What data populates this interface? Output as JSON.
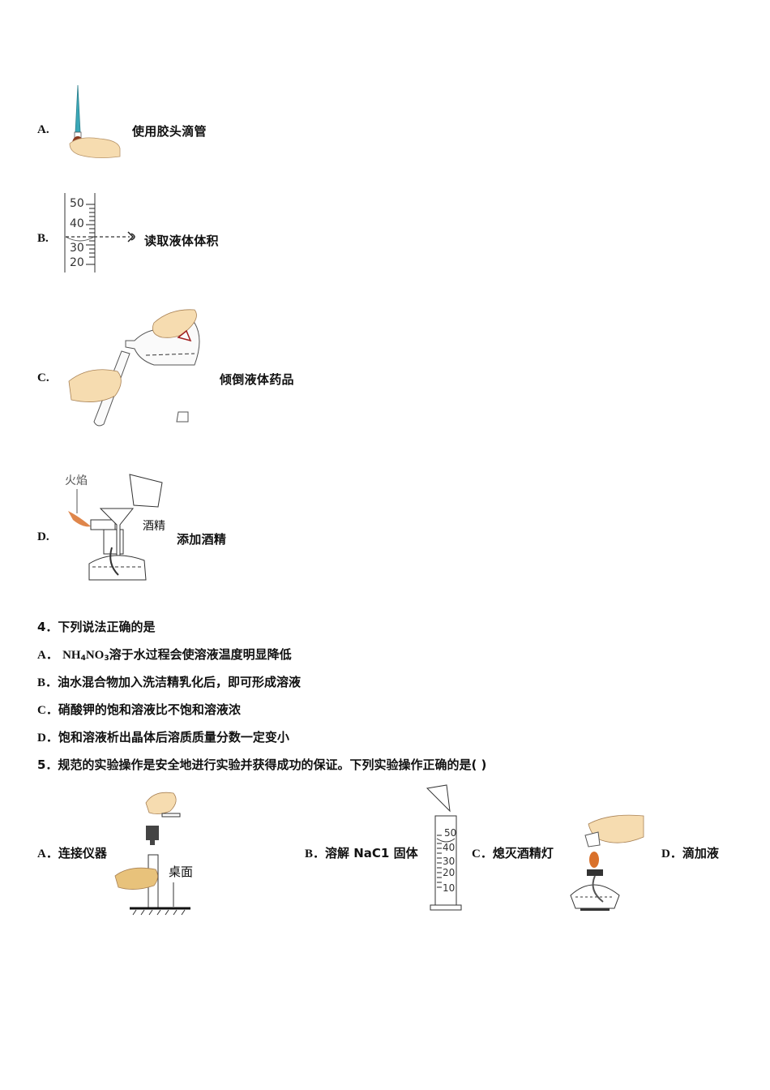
{
  "q3_options": [
    {
      "letter": "A.",
      "caption": "使用胶头滴管"
    },
    {
      "letter": "B.",
      "caption": "读取液体体积",
      "scale_ticks": [
        "50",
        "40",
        "30",
        "20"
      ]
    },
    {
      "letter": "C.",
      "caption": "倾倒液体药品"
    },
    {
      "letter": "D.",
      "caption": "添加酒精",
      "figure_labels": {
        "flame": "火焰",
        "alcohol": "酒精"
      }
    }
  ],
  "q4": {
    "stem": "4．下列说法正确的是",
    "options": [
      {
        "letter": "A．",
        "formula_parts": [
          "NH",
          "4",
          "NO",
          "3"
        ],
        "text": "溶于水过程会使溶液温度明显降低"
      },
      {
        "letter": "B．",
        "text": "油水混合物加入洗洁精乳化后，即可形成溶液"
      },
      {
        "letter": "C．",
        "text": "硝酸钾的饱和溶液比不饱和溶液浓"
      },
      {
        "letter": "D．",
        "text": "饱和溶液析出晶体后溶质质量分数一定变小"
      }
    ]
  },
  "q5": {
    "stem": "5．规范的实验操作是安全地进行实验并获得成功的保证。下列实验操作正确的是(    )",
    "options": [
      {
        "letter": "A．",
        "text": "连接仪器",
        "figure_labels": {
          "desk": "桌面"
        }
      },
      {
        "letter": "B．",
        "text": "溶解 NaC1 固体",
        "scale_ticks": [
          "50",
          "40",
          "30",
          "20",
          "10"
        ]
      },
      {
        "letter": "C．",
        "text": "熄灭酒精灯"
      },
      {
        "letter": "D．",
        "text": "滴加液"
      }
    ]
  }
}
